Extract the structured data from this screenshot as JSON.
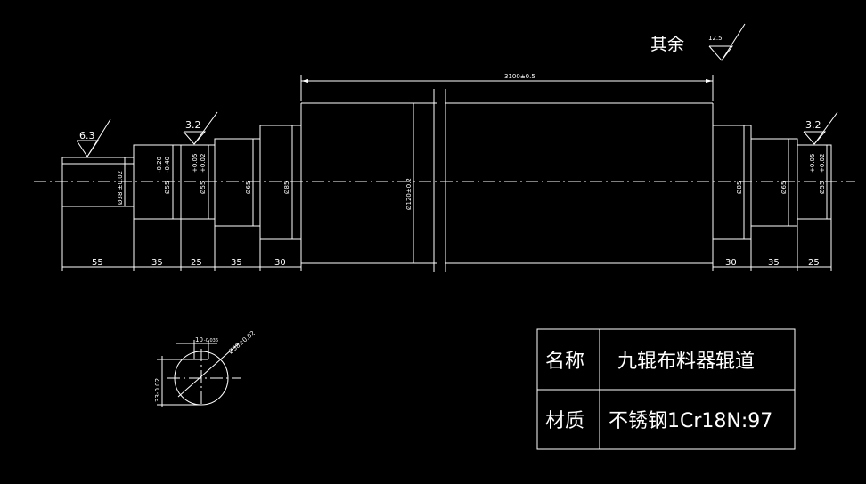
{
  "roughness": {
    "general_label": "其余",
    "general_value": "12.5",
    "left_end": "6.3",
    "left_bearing": "3.2",
    "right_bearing": "3.2"
  },
  "dimensions": {
    "overall": "3100±0.5",
    "d38": "Ø38",
    "d38_tol": "±0.02",
    "d55_a": "Ø55",
    "d55_a_tol_upper": "-0.20",
    "d55_a_tol_lower": "-0.40",
    "d55_b": "Ø55",
    "d55_b_tol_upper": "+0.05",
    "d55_b_tol_lower": "+0.02",
    "d65_left": "Ø65",
    "d85_left": "Ø85",
    "d120": "Ø120±0.2",
    "d85_right": "Ø85",
    "d65_right": "Ø65",
    "d55_right": "Ø55",
    "d55_right_tol_upper": "+0.05",
    "d55_right_tol_lower": "+0.02",
    "len_left": [
      "55",
      "35",
      "25",
      "35",
      "30"
    ],
    "len_right": [
      "30",
      "35",
      "25"
    ]
  },
  "section": {
    "keyway_width": "10",
    "keyway_tol": "-0.036",
    "depth": "33",
    "depth_tol": "-0.02",
    "diameter": "Ø38",
    "diameter_tol": "±0.02"
  },
  "title_block": {
    "name_label": "名称",
    "name_value": "九辊布料器辊道",
    "material_label": "材质",
    "material_value": "不锈钢1Cr18N:97"
  }
}
